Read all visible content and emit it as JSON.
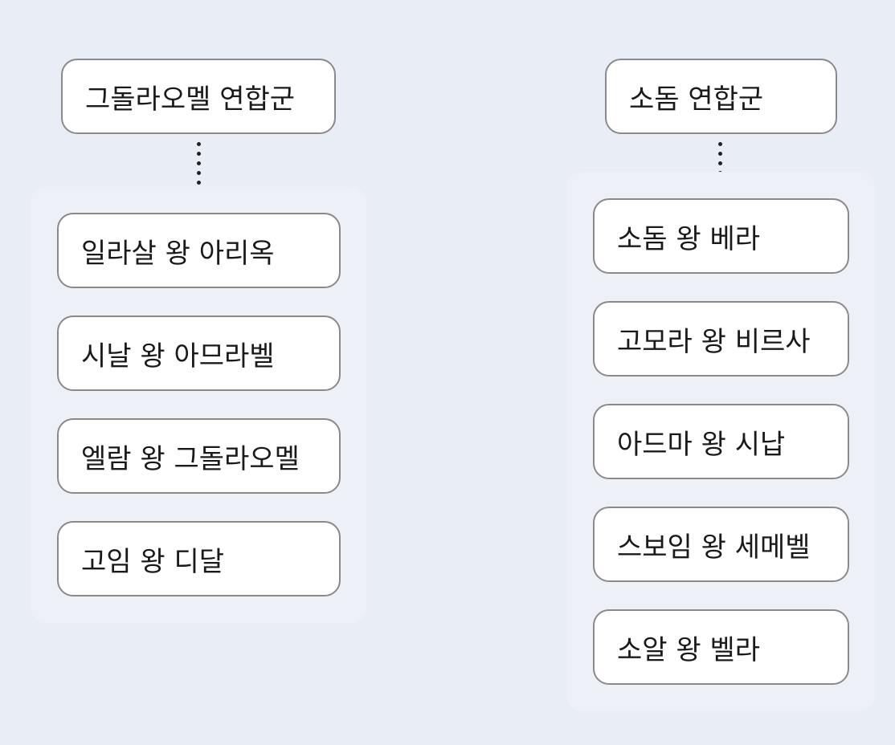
{
  "groups": [
    {
      "title": "그돌라오멜 연합군",
      "members": [
        "일라살 왕 아리옥",
        "시날 왕 아므라벨",
        "엘람 왕 그돌라오멜",
        "고임 왕 디달"
      ]
    },
    {
      "title": "소돔 연합군",
      "members": [
        "소돔 왕 베라",
        "고모라 왕 비르사",
        "아드마 왕 시납",
        "스보임 왕 세메벨",
        "소알 왕 벨라"
      ]
    }
  ]
}
